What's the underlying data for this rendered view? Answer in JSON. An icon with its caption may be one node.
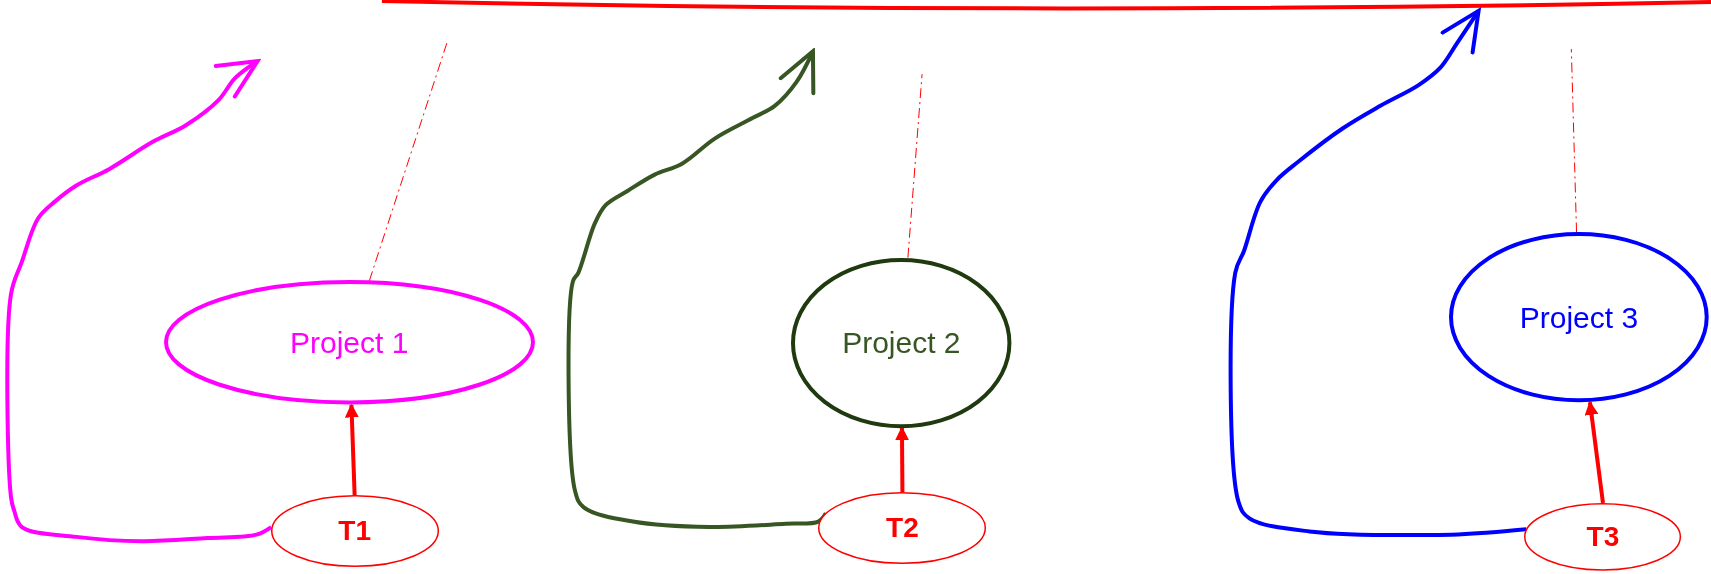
{
  "diagram": {
    "nodes": [
      {
        "text": [
          "Project 1"
        ]
      },
      {
        "text": [
          "Project 2"
        ]
      },
      {
        "text": [
          "Project 3"
        ]
      },
      {
        "text": [
          "T1"
        ]
      },
      {
        "text": [
          "T2"
        ]
      },
      {
        "text": [
          "T3"
        ]
      }
    ],
    "edges": [
      {
        "from": 3,
        "to": 0,
        "arrow": "to",
        "color": "#ff0000"
      },
      {
        "from": 4,
        "to": 1,
        "arrow": "to",
        "color": "#ff0000"
      },
      {
        "from": 5,
        "to": 2,
        "arrow": "to",
        "color": "#ff0000"
      },
      {
        "from": 3,
        "to": null,
        "arrow": "to",
        "color": "#ff00ff"
      },
      {
        "from": 4,
        "to": null,
        "arrow": "to",
        "color": "#375623"
      },
      {
        "from": 5,
        "to": null,
        "arrow": "to",
        "color": "#0000ff"
      },
      {
        "from": 0,
        "to": null,
        "arrow": "none",
        "style": "dashed",
        "color": "#ff0000"
      },
      {
        "from": 1,
        "to": null,
        "arrow": "none",
        "style": "dashed",
        "color": "#ff0000"
      },
      {
        "from": 2,
        "to": null,
        "arrow": "none",
        "style": "dashed",
        "color": "#ff0000"
      }
    ]
  }
}
